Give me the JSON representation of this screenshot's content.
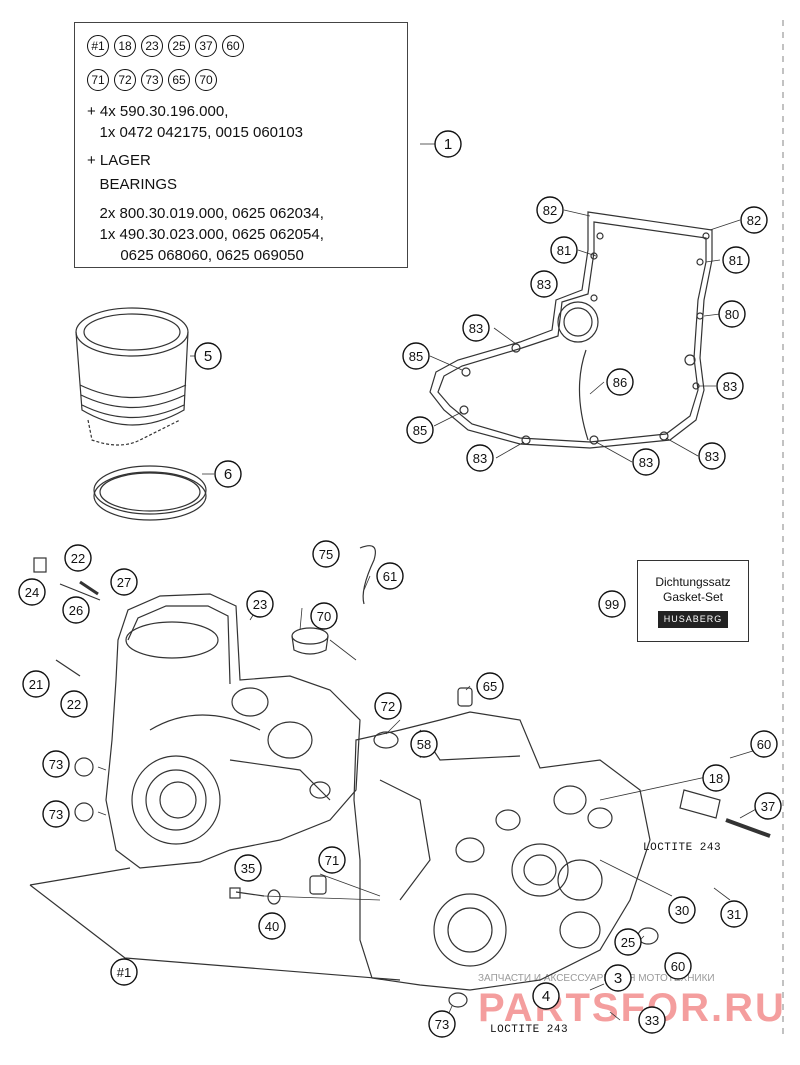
{
  "legend": {
    "row1": [
      "#1",
      "18",
      "23",
      "25",
      "37",
      "60"
    ],
    "row2": [
      "71",
      "72",
      "73",
      "65",
      "70"
    ],
    "lines": [
      "+ 4x 590.30.196.000,",
      "   1x 0472 042175, 0015 060103",
      "+ LAGER",
      "   BEARINGS",
      "   2x 800.30.019.000, 0625 062034,",
      "   1x 490.30.023.000, 0625 062054,",
      "        0625 068060, 0625 069050"
    ]
  },
  "callouts": [
    {
      "id": "c1",
      "label": "1"
    },
    {
      "id": "c5",
      "label": "5"
    },
    {
      "id": "c6",
      "label": "6"
    },
    {
      "id": "c82a",
      "label": "82"
    },
    {
      "id": "c82b",
      "label": "82"
    },
    {
      "id": "c81a",
      "label": "81"
    },
    {
      "id": "c81b",
      "label": "81"
    },
    {
      "id": "c83a",
      "label": "83"
    },
    {
      "id": "c80",
      "label": "80"
    },
    {
      "id": "c83b",
      "label": "83"
    },
    {
      "id": "c85a",
      "label": "85"
    },
    {
      "id": "c86",
      "label": "86"
    },
    {
      "id": "c83c",
      "label": "83"
    },
    {
      "id": "c85b",
      "label": "85"
    },
    {
      "id": "c83d",
      "label": "83"
    },
    {
      "id": "c83e",
      "label": "83"
    },
    {
      "id": "c83f",
      "label": "83"
    },
    {
      "id": "c22a",
      "label": "22"
    },
    {
      "id": "c24",
      "label": "24"
    },
    {
      "id": "c27",
      "label": "27"
    },
    {
      "id": "c26",
      "label": "26"
    },
    {
      "id": "c75",
      "label": "75"
    },
    {
      "id": "c61",
      "label": "61"
    },
    {
      "id": "c23",
      "label": "23"
    },
    {
      "id": "c70",
      "label": "70"
    },
    {
      "id": "c99",
      "label": "99"
    },
    {
      "id": "c21",
      "label": "21"
    },
    {
      "id": "c22b",
      "label": "22"
    },
    {
      "id": "c65",
      "label": "65"
    },
    {
      "id": "c72",
      "label": "72"
    },
    {
      "id": "c58",
      "label": "58"
    },
    {
      "id": "c60a",
      "label": "60"
    },
    {
      "id": "c73a",
      "label": "73"
    },
    {
      "id": "c18",
      "label": "18"
    },
    {
      "id": "c37",
      "label": "37"
    },
    {
      "id": "c73b",
      "label": "73"
    },
    {
      "id": "c35",
      "label": "35"
    },
    {
      "id": "c71",
      "label": "71"
    },
    {
      "id": "c30",
      "label": "30"
    },
    {
      "id": "c31",
      "label": "31"
    },
    {
      "id": "c40",
      "label": "40"
    },
    {
      "id": "c25",
      "label": "25"
    },
    {
      "id": "c1b",
      "label": "#1"
    },
    {
      "id": "c60b",
      "label": "60"
    },
    {
      "id": "c3",
      "label": "3"
    },
    {
      "id": "c4",
      "label": "4"
    },
    {
      "id": "c73c",
      "label": "73"
    },
    {
      "id": "c33",
      "label": "33"
    }
  ],
  "loctite": [
    "LOCTITE 243",
    "LOCTITE 243"
  ],
  "gasket_set": {
    "line1": "Dichtungssatz",
    "line2": "Gasket-Set",
    "brand": "HUSABERG"
  },
  "watermark": {
    "caption": "ЗАПЧАСТИ И АКСЕССУАРЫ ДЛЯ МОТОТЕХНИКИ",
    "site": "PARTSFOR.RU"
  }
}
